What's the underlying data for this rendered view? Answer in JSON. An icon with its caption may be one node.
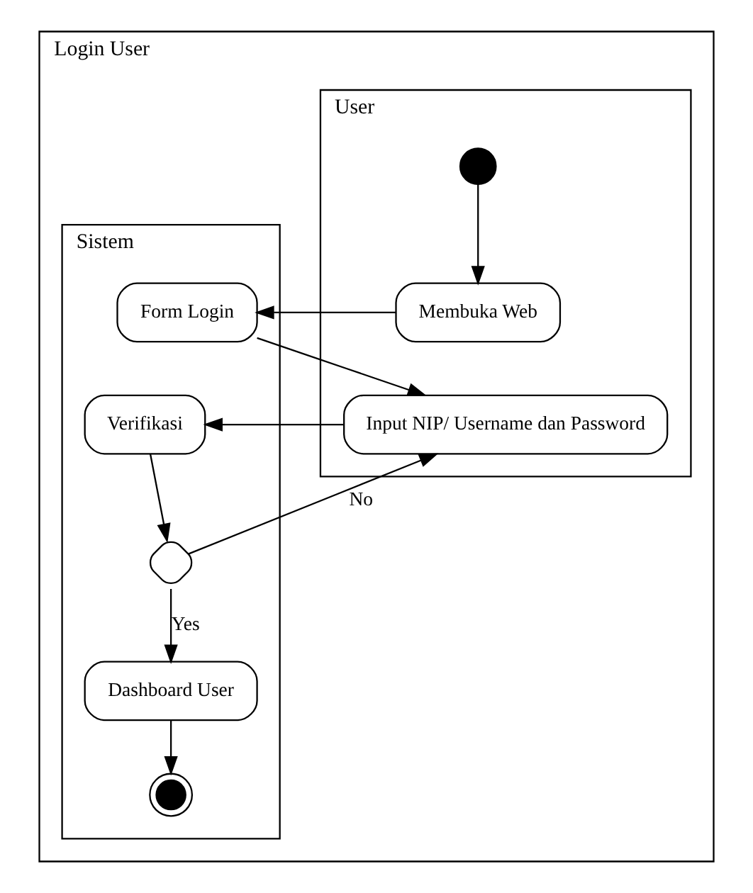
{
  "diagram": {
    "nodes": [
      {
        "text": [
          "Login User"
        ]
      },
      {
        "text": [
          "User"
        ],
        "in": 0
      },
      {
        "text": [
          "Sistem"
        ],
        "in": 0
      },
      {
        "text": [],
        "shape": "circle",
        "in": 1
      },
      {
        "text": [
          "Membuka Web"
        ],
        "in": 1
      },
      {
        "text": [
          "Form Login"
        ],
        "in": 2
      },
      {
        "text": [
          "Input NIP/ Username dan Password"
        ],
        "in": 1
      },
      {
        "text": [
          "Verifikasi"
        ],
        "in": 2
      },
      {
        "text": [],
        "shape": "diamond",
        "in": 2
      },
      {
        "text": [
          "Dashboard User"
        ],
        "in": 2
      },
      {
        "text": [],
        "shape": "circle",
        "in": 2
      }
    ],
    "edges": [
      {
        "from": 3,
        "to": 4,
        "arrow": "to"
      },
      {
        "from": 4,
        "to": 5,
        "arrow": "to"
      },
      {
        "from": 5,
        "to": 6,
        "arrow": "to"
      },
      {
        "from": 6,
        "to": 7,
        "arrow": "to"
      },
      {
        "from": 7,
        "to": 8,
        "arrow": "to"
      },
      {
        "from": 8,
        "to": 6,
        "label": "No",
        "arrow": "to"
      },
      {
        "from": 8,
        "to": 9,
        "label": "Yes",
        "arrow": "to"
      },
      {
        "from": 9,
        "to": 10,
        "arrow": "to"
      }
    ]
  }
}
